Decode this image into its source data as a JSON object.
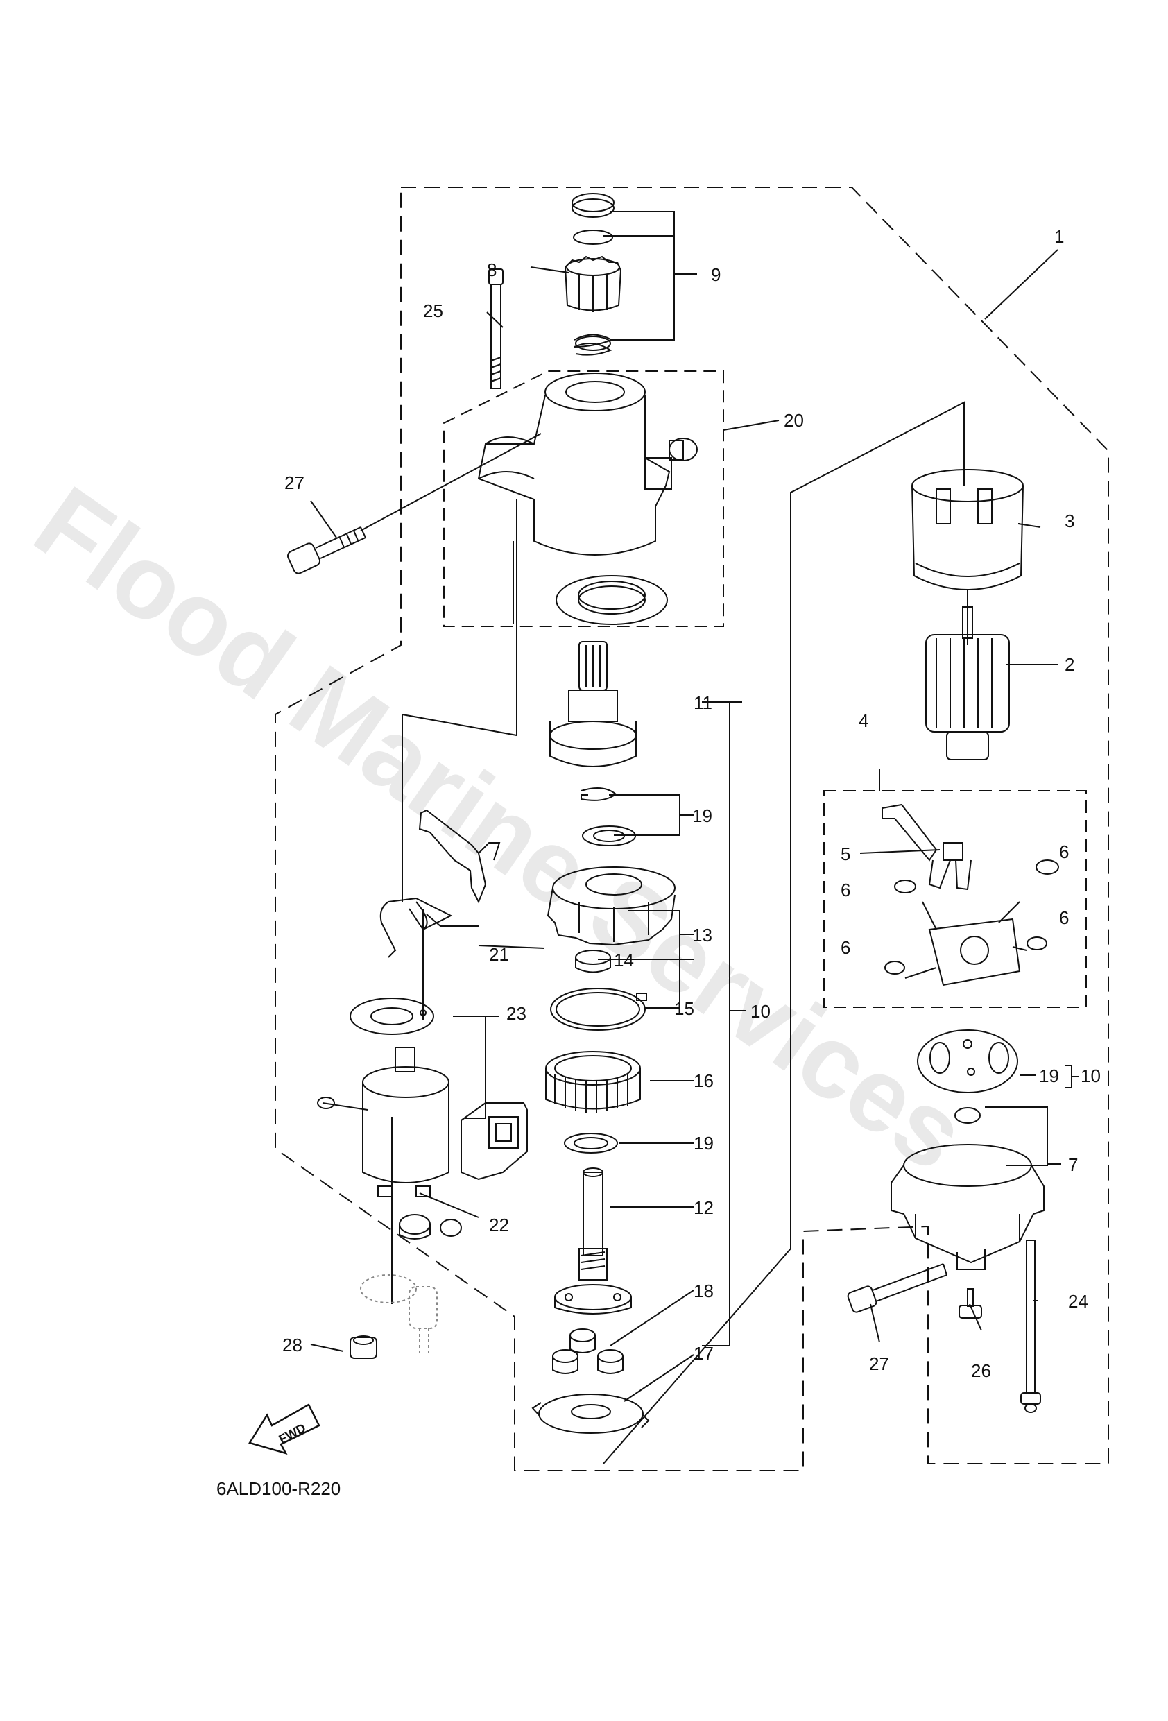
{
  "watermark": "Flood Marine Services",
  "diagram_code": "6ALD100-R220",
  "fwd_label": "FWD",
  "callouts": {
    "c1": "1",
    "c2": "2",
    "c3": "3",
    "c4": "4",
    "c5": "5",
    "c6a": "6",
    "c6b": "6",
    "c6c": "6",
    "c6d": "6",
    "c7": "7",
    "c8": "8",
    "c9": "9",
    "c10a": "10",
    "c10b": "10",
    "c11": "11",
    "c12": "12",
    "c13": "13",
    "c14": "14",
    "c15": "15",
    "c16": "16",
    "c17": "17",
    "c18": "18",
    "c19a": "19",
    "c19b": "19",
    "c19c": "19",
    "c20": "20",
    "c21": "21",
    "c22": "22",
    "c23": "23",
    "c24": "24",
    "c25": "25",
    "c26": "26",
    "c27a": "27",
    "c27b": "27",
    "c28": "28"
  },
  "colors": {
    "line": "#111111",
    "watermark": "#e9e9e9"
  }
}
